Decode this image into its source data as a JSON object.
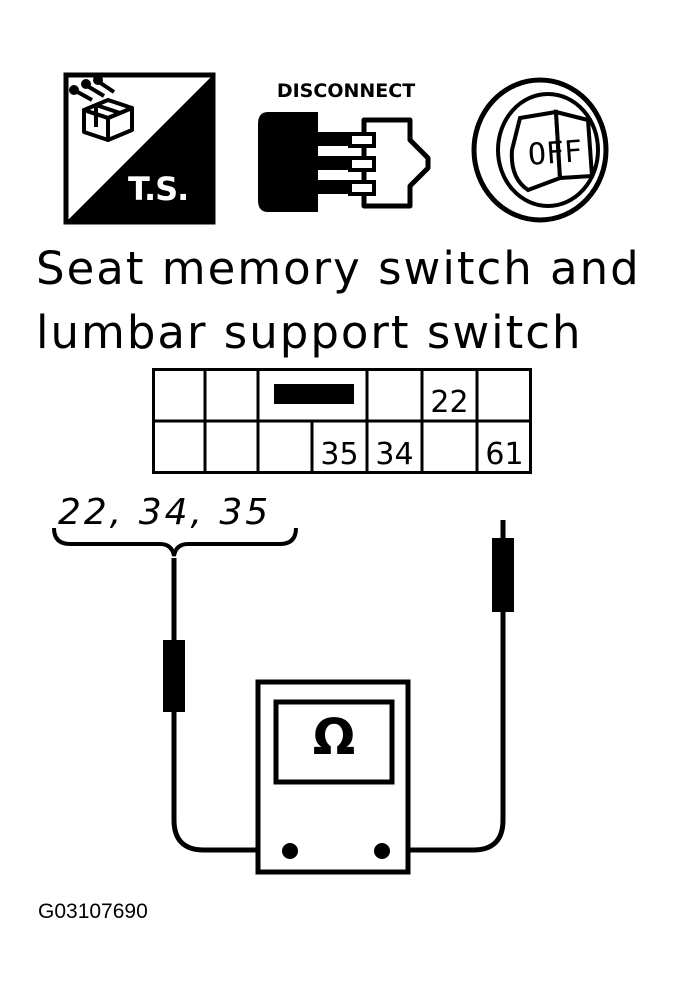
{
  "icons": {
    "ts_icon": {
      "name": "trouble-shooting-icon",
      "label": "T.S."
    },
    "disconnect_icon": {
      "name": "connector-disconnect-icon",
      "label": "DISCONNECT"
    },
    "ignition_icon": {
      "name": "ignition-off-icon",
      "label": "OFF"
    }
  },
  "title": {
    "line1": "Seat memory switch and",
    "line2": "lumbar support switch"
  },
  "connector": {
    "top_row": [
      "",
      "",
      "",
      "",
      "22",
      ""
    ],
    "bottom_row": [
      "",
      "",
      "",
      "35",
      "34",
      "",
      "61"
    ]
  },
  "probe_group_label": "22, 34, 35",
  "meter": {
    "symbol": "Ω",
    "name": "ohmmeter-icon"
  },
  "figure_code": "G03107690"
}
